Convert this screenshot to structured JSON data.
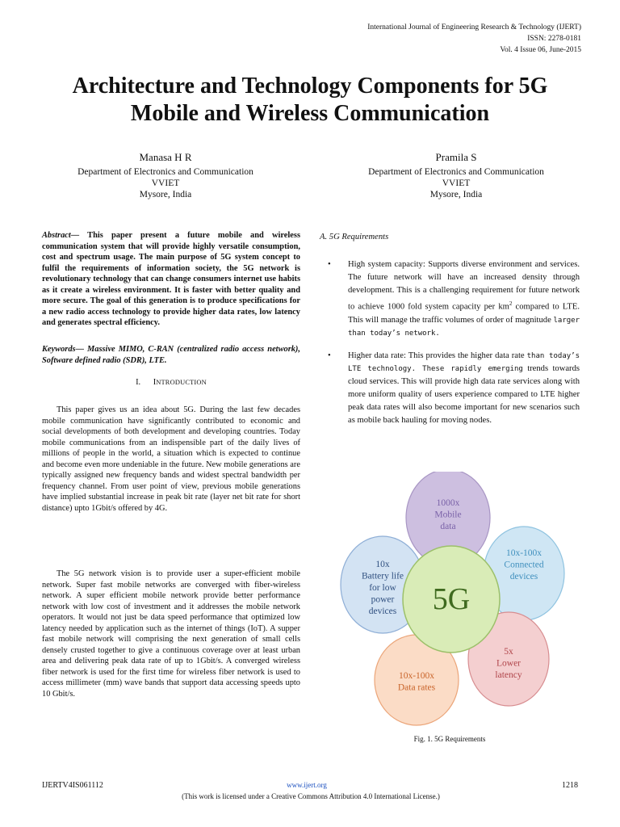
{
  "header": {
    "journal": "International Journal of Engineering Research & Technology (IJERT)",
    "issn": "ISSN: 2278-0181",
    "volume": "Vol. 4 Issue 06, June-2015"
  },
  "title": {
    "line1": "Architecture and Technology Components for 5G",
    "line2": "Mobile and Wireless Communication"
  },
  "authors": [
    {
      "name": "Manasa H R",
      "dept": "Department of Electronics and Communication",
      "inst": "VVIET",
      "place": "Mysore, India"
    },
    {
      "name": "Pramila S",
      "dept": "Department of Electronics and Communication",
      "inst": "VVIET",
      "place": "Mysore, India"
    }
  ],
  "abstract": {
    "label": "Abstract—",
    "text": " This paper present a future mobile and wireless communication system that will provide highly versatile consumption, cost and spectrum usage. The main purpose of 5G system concept to fulfil the requirements of information society, the 5G network is revolutionary technology that can change consumers internet use habits as it create a wireless environment. It is faster with better quality and more secure. The goal of this generation is to produce specifications for a new radio access technology to provide higher data rates, low latency and generates spectral efficiency."
  },
  "keywords": {
    "label": "Keywords—",
    "text": " Massive MIMO, C-RAN (centralized radio access network), Software defined radio (SDR), LTE."
  },
  "section1": {
    "number": "I.",
    "title_initial": "I",
    "title_rest": "NTRODUCTION",
    "para1": "This paper gives us an idea about 5G. During the last few decades mobile communication have significantly contributed to economic and social developments of both development and developing countries. Today mobile communications from an indispensible part of the daily lives of millions of people in the world, a situation which is expected to continue and become even more undeniable in the future. New mobile generations are typically assigned new frequency bands and widest spectral bandwidth per frequency channel. From user point of view, previous mobile generations have implied substantial increase in peak bit rate (layer net bit rate for short distance) upto 1Gbit/s offered by 4G.",
    "para2": "The 5G network vision is to provide user a super-efficient mobile network. Super fast mobile networks are converged with fiber-wireless network. A super efficient mobile network provide better performance network with low cost of investment and it addresses the mobile network operators. It would not just be data speed performance that optimized low latency needed by application such as the internet of things (IoT). A supper fast mobile network will comprising the next generation of small cells densely crusted together to give a continuous coverage over at least urban area and delivering peak data rate of up to 1Gbit/s. A converged wireless fiber network is used for the first time for wireless fiber network is used to access millimeter (mm) wave bands that support data accessing speeds upto 10 Gbit/s."
  },
  "requirements": {
    "heading": "A. 5G Requirements",
    "bullet1_a": "High system capacity: Supports diverse environment and services. The future network will have an increased density through development. This is a challenging requirement for future network to achieve 1000 fold system capacity per km",
    "bullet1_sup": "2",
    "bullet1_b": " compared to LTE. This will manage the traffic volumes of order of magnitude ",
    "bullet1_mono": "larger than today’s network.",
    "bullet2_a": "Higher data rate: This provides the higher data rate ",
    "bullet2_mono": "than today’s LTE technology.  These rapidly emerging",
    "bullet2_b": " trends towards cloud services. This will provide high data rate services along with more uniform quality of users experience compared to LTE higher peak data rates will also become important for new scenarios such as mobile back hauling for moving nodes."
  },
  "figure": {
    "center": "5G",
    "petals": [
      {
        "lines": [
          "1000x",
          "Mobile",
          "data"
        ],
        "fill": "#cdbfe0",
        "stroke": "#a896c4",
        "text": "#7a62a8"
      },
      {
        "lines": [
          "10x-100x",
          "Connected",
          "devices"
        ],
        "fill": "#cfe6f4",
        "stroke": "#8fc3e0",
        "text": "#3f8fbd"
      },
      {
        "lines": [
          "5x",
          "Lower",
          "latency"
        ],
        "fill": "#f4cfd0",
        "stroke": "#d78d90",
        "text": "#b0454a"
      },
      {
        "lines": [
          "10x-100x",
          "Data rates"
        ],
        "fill": "#fbdcc6",
        "stroke": "#eba579",
        "text": "#c9642a"
      },
      {
        "lines": [
          "10x",
          "Battery life",
          "for low",
          "power",
          "devices"
        ],
        "fill": "#d3e3f3",
        "stroke": "#8eaed6",
        "text": "#2f4f7f"
      }
    ],
    "center_fill": "#d9ecb7",
    "center_stroke": "#9cc06a",
    "center_text": "#3f6a1f",
    "caption": "Fig. 1. 5G Requirements"
  },
  "footer": {
    "paper_id": "IJERTV4IS061112",
    "website": "www.ijert.org",
    "page": "1218",
    "license": "(This work is licensed under a Creative Commons Attribution 4.0 International License.)"
  }
}
